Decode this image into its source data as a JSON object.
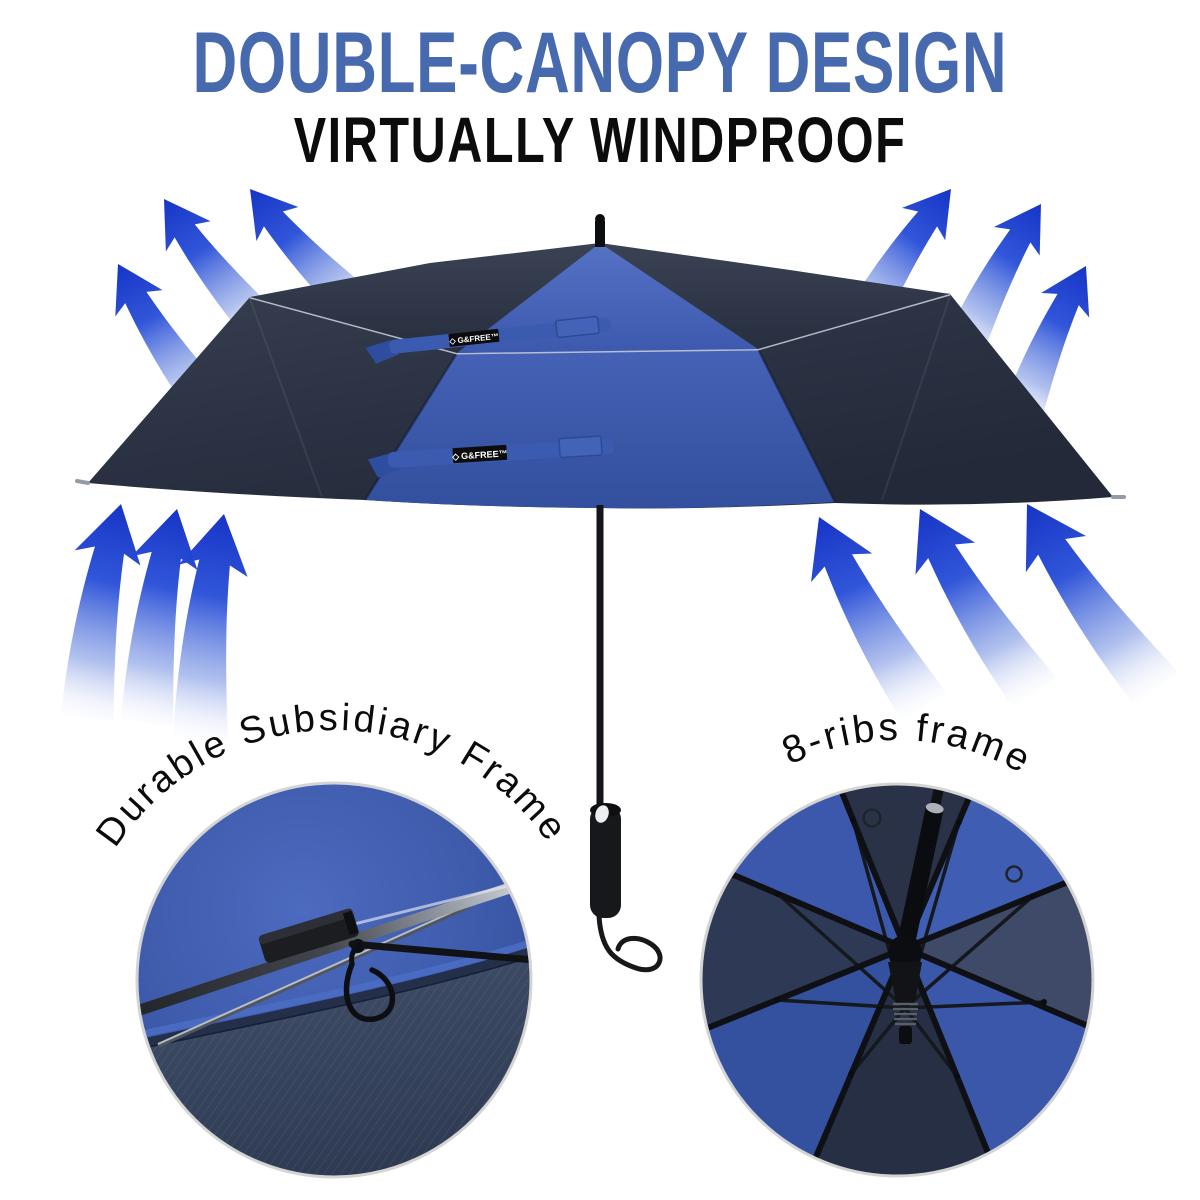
{
  "header": {
    "title": "DOUBLE-CANOPY DESIGN",
    "subtitle": "VIRTUALLY WINDPROOF",
    "title_color": "#4769ae",
    "subtitle_color": "#0c0c0c"
  },
  "umbrella": {
    "brand_icon": "◇",
    "brand_label": "G&FREE™",
    "canopy_center_color": "#3a57a8",
    "canopy_side_color": "#2a3140"
  },
  "airflow": {
    "arrow_count": 12,
    "arrow_color": "#1c3fd2"
  },
  "insets": {
    "left_caption": "Durable Subsidiary Frame",
    "right_caption": "8-ribs frame"
  }
}
